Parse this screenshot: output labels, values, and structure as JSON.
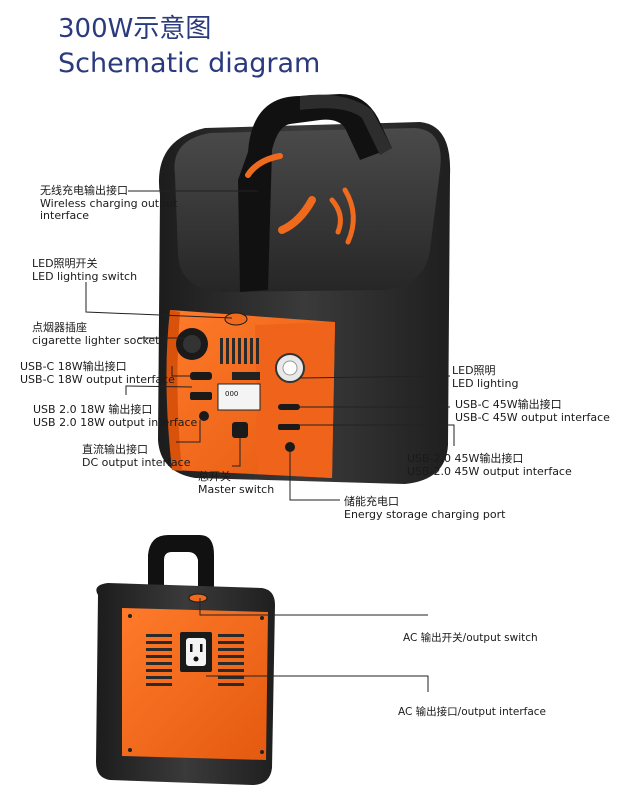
{
  "header": {
    "title_cn": "300W示意图",
    "title_en": "Schematic diagram"
  },
  "labels": {
    "wireless": {
      "cn": "无线充电输出接口",
      "en": "Wireless charging output interface"
    },
    "led_switch": {
      "cn": "LED照明开关",
      "en": "LED lighting switch"
    },
    "cig": {
      "cn": "点烟器插座",
      "en": "cigarette lighter socket"
    },
    "usbc18": {
      "cn": "USB-C 18W输出接口",
      "en": "USB-C 18W output interface"
    },
    "usb2_18": {
      "cn": "USB 2.0 18W 输出接口",
      "en": "USB 2.0 18W output interface"
    },
    "dc": {
      "cn": "直流输出接口",
      "en": "DC output interface"
    },
    "master": {
      "cn": "总开关",
      "en": "Master switch"
    },
    "energy": {
      "cn": "储能充电口",
      "en": "Energy storage charging port"
    },
    "led_light": {
      "cn": "LED照明",
      "en": "LED lighting"
    },
    "usbc45": {
      "cn": "USB-C 45W输出接口",
      "en": "USB-C 45W output interface"
    },
    "usb2_45": {
      "cn": "USB-2.0 45W输出接口",
      "en": "USB-2.0 45W output interface"
    },
    "ac_switch": {
      "text": "AC 输出开关/output switch"
    },
    "ac_iface": {
      "text": "AC 输出接口/output interface"
    }
  },
  "display": {
    "reading": "000"
  },
  "colors": {
    "title": "#2a3a7c",
    "orange": "#f06a1e",
    "body_dark": "#2b2b2b",
    "line": "#222222"
  }
}
